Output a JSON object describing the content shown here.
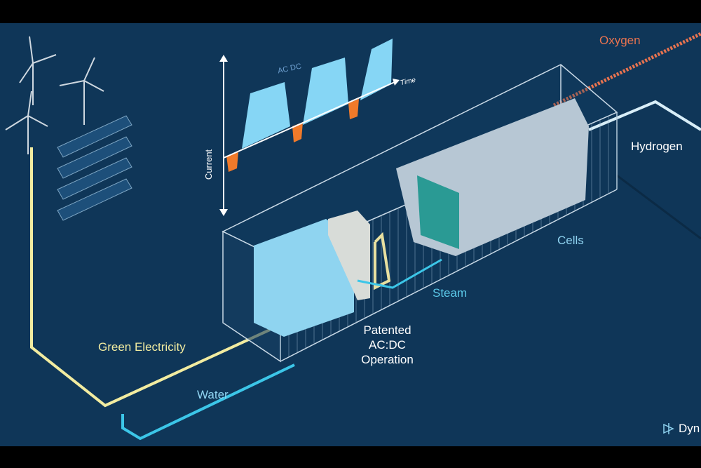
{
  "labels": {
    "oxygen": "Oxygen",
    "hydrogen": "Hydrogen",
    "cells": "Cells",
    "steam": "Steam",
    "patented_line1": "Patented",
    "patented_line2": "AC:DC",
    "patented_line3": "Operation",
    "green_electricity": "Green Electricity",
    "water": "Water"
  },
  "inset_chart": {
    "title": "AC DC",
    "xlabel": "Time",
    "ylabel": "Current"
  },
  "logo": {
    "text": "Dyn"
  },
  "colors": {
    "background": "#0f3658",
    "oxygen": "#e8734f",
    "hydrogen": "#d8eef8",
    "electricity": "#f2eca0",
    "water": "#3cc6e8",
    "dc_pulse": "#86d6f5",
    "ac_pulse": "#f07a2a"
  }
}
